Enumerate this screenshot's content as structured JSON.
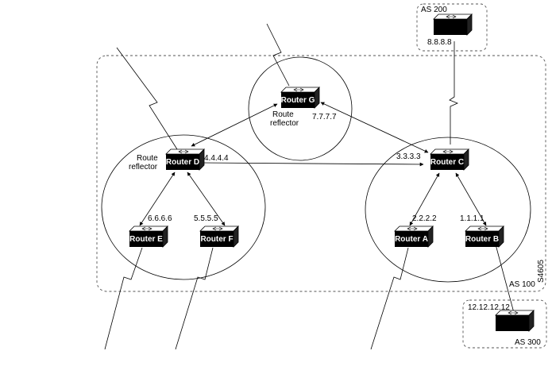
{
  "as_labels": {
    "as100": "AS 100",
    "as200": "AS 200",
    "as300": "AS 300"
  },
  "routers": {
    "a": "Router A",
    "b": "Router B",
    "c": "Router C",
    "d": "Router D",
    "e": "Router E",
    "f": "Router F",
    "g": "Router G"
  },
  "addresses": {
    "a": "2.2.2.2",
    "b": "1.1.1.1",
    "c": "3.3.3.3",
    "d": "4.4.4.4",
    "e": "6.6.6.6",
    "f": "5.5.5.5",
    "g": "7.7.7.7",
    "as200": "8.8.8.8",
    "as300": "12.12.12.12"
  },
  "route_reflector": {
    "line1": "Route",
    "line2": "reflector"
  },
  "figure_id": "S4605"
}
